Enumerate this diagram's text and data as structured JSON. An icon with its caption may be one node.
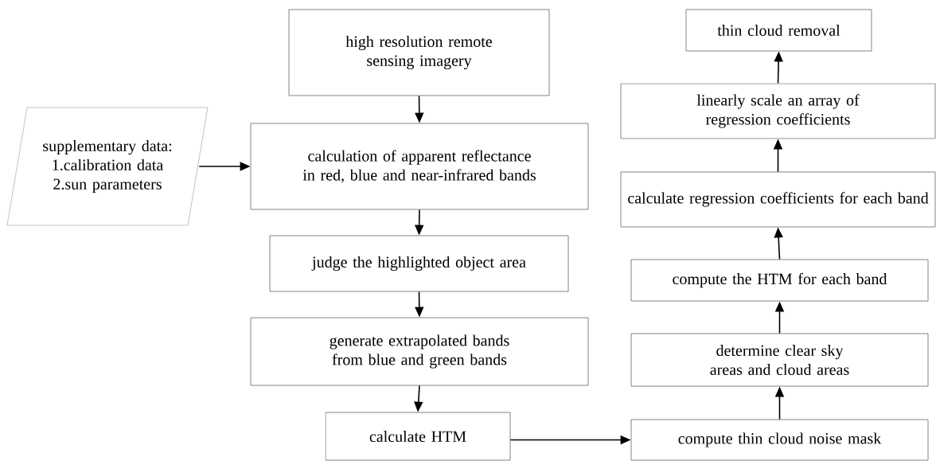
{
  "diagram": {
    "nodes": [
      {
        "text": [
          "high resolution remote sensing imagery"
        ]
      },
      {
        "text": [
          "supplementary data: 1.calibration data 2.sun parameters"
        ]
      },
      {
        "text": [
          "calculation of apparent reflectance in red, blue and near-infrared bands"
        ]
      },
      {
        "text": [
          "judge the highlighted object area"
        ]
      },
      {
        "text": [
          "generate extrapolated bands from blue and green bands"
        ]
      },
      {
        "text": [
          "calculate HTM"
        ]
      },
      {
        "text": [
          "compute thin cloud noise mask"
        ]
      },
      {
        "text": [
          "determine clear sky areas and cloud areas"
        ]
      },
      {
        "text": [
          "compute the HTM for each band"
        ]
      },
      {
        "text": [
          "calculate regression coefficients for each band"
        ]
      },
      {
        "text": [
          "linearly scale an array of regression coefficients"
        ]
      },
      {
        "text": [
          "thin cloud removal"
        ]
      }
    ],
    "edges": [
      {
        "from": 0,
        "to": 2,
        "arrow": "to"
      },
      {
        "from": 1,
        "to": 2,
        "arrow": "to"
      },
      {
        "from": 2,
        "to": 3,
        "arrow": "to"
      },
      {
        "from": 3,
        "to": 4,
        "arrow": "to"
      },
      {
        "from": 4,
        "to": 5,
        "arrow": "to"
      },
      {
        "from": 5,
        "to": 6,
        "arrow": "to"
      },
      {
        "from": 6,
        "to": 7,
        "arrow": "to"
      },
      {
        "from": 7,
        "to": 8,
        "arrow": "to"
      },
      {
        "from": 8,
        "to": 9,
        "arrow": "to"
      },
      {
        "from": 9,
        "to": 10,
        "arrow": "to"
      },
      {
        "from": 10,
        "to": 11,
        "arrow": "to"
      }
    ]
  }
}
